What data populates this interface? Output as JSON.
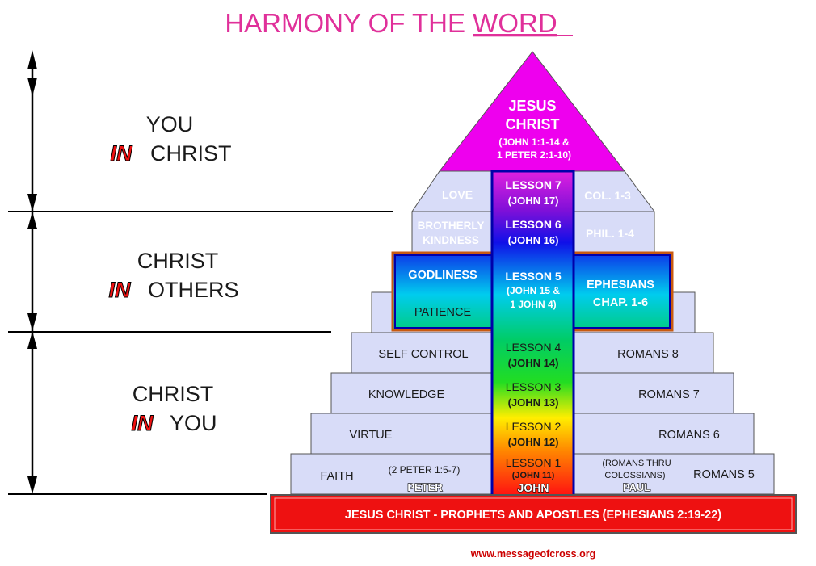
{
  "title": {
    "part1": "HARMONY OF THE ",
    "part2": "WORD"
  },
  "left": {
    "s1": {
      "line1": "YOU",
      "in": "IN",
      "line2": "CHRIST"
    },
    "s2": {
      "line1": "CHRIST",
      "in": "IN",
      "line2": "OTHERS"
    },
    "s3": {
      "line1": "CHRIST",
      "in": "IN",
      "line2": "YOU"
    }
  },
  "apex": {
    "l1": "JESUS",
    "l2": "CHRIST",
    "l3": "(JOHN 1:1-14 &",
    "l4": "1 PETER 2:1-10)"
  },
  "lessons": {
    "l7": {
      "a": "LESSON 7",
      "b": "(JOHN 17)"
    },
    "l6": {
      "a": "LESSON 6",
      "b": "(JOHN 16)"
    },
    "l5": {
      "a": "LESSON 5",
      "b": "(JOHN 15 &",
      "c": "1 JOHN 4)"
    },
    "l4": {
      "a": "LESSON 4",
      "b": "(JOHN 14)"
    },
    "l3": {
      "a": "LESSON 3",
      "b": "(JOHN 13)"
    },
    "l2": {
      "a": "LESSON 2",
      "b": "(JOHN 12)"
    },
    "l1": {
      "a": "LESSON 1",
      "b": "(JOHN 11)",
      "c": "JOHN"
    }
  },
  "virtues": {
    "love": "LOVE",
    "brotherly1": "BROTHERLY",
    "brotherly2": "KINDNESS",
    "godliness": "GODLINESS",
    "patience": "PATIENCE",
    "selfcontrol": "SELF CONTROL",
    "knowledge": "KNOWLEDGE",
    "virtue": "VIRTUE",
    "faith": "FAITH",
    "peterref": "(2 PETER 1:5-7)",
    "peter": "PETER"
  },
  "refs": {
    "col": "COL. 1-3",
    "phil": "PHIL. 1-4",
    "eph1": "EPHESIANS",
    "eph2": "CHAP. 1-6",
    "rom8": "ROMANS 8",
    "rom7": "ROMANS 7",
    "rom6": "ROMANS 6",
    "rom5": "ROMANS 5",
    "thru1": "(ROMANS THRU",
    "thru2": "COLOSSIANS)",
    "paul": "PAUL"
  },
  "foundation": "JESUS CHRIST - PROPHETS AND APOSTLES  (EPHESIANS 2:19-22)",
  "website": "www.messageofcross.org",
  "colors": {
    "title": "#e0309a",
    "apex": "#ee00ee",
    "step": "#d8dcf8",
    "foundation": "#ee1111",
    "in": "#ee1111",
    "cross_border": "#0000aa",
    "website": "#cc0000"
  }
}
